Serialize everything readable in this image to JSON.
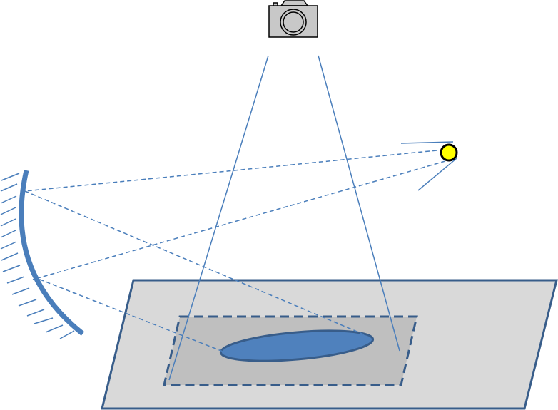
{
  "diagram": {
    "elements": [
      "camera-icon",
      "light-source",
      "curved-mirror",
      "sample-stage",
      "sample-holder",
      "sample"
    ],
    "colors": {
      "camera_body": "#c8c8c8",
      "light_source": "#ffff00",
      "mirror": "#4a7ebb",
      "ray": "#4a7ebb",
      "stage_fill": "#d9d9d9",
      "holder_fill": "#bfbfbf",
      "outline": "#385d8a",
      "sample_fill": "#4f81bd"
    }
  }
}
